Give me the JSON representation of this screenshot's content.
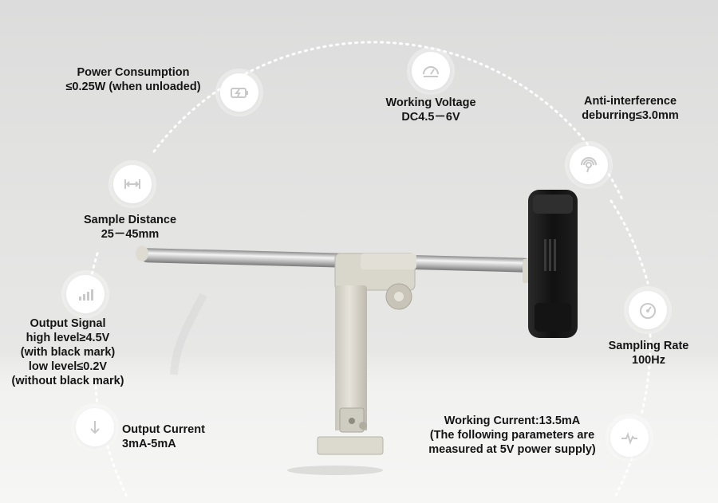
{
  "specs": {
    "power": {
      "title": "Power Consumption",
      "value": "≤0.25W (when unloaded)",
      "icon": "battery-charging-icon"
    },
    "voltage": {
      "title": "Working Voltage",
      "value": "DC4.5－6V",
      "icon": "voltage-gauge-icon"
    },
    "anti_interference": {
      "title": "Anti-interference",
      "value": "deburring≤3.0mm",
      "icon": "fingerprint-signal-icon"
    },
    "distance": {
      "title": "Sample Distance",
      "value": "25－45mm",
      "icon": "distance-arrows-icon"
    },
    "output_signal": {
      "title": "Output Signal",
      "line1": "high level≥4.5V",
      "line2": "(with black mark)",
      "line3": "low level≤0.2V",
      "line4": "(without black mark)",
      "icon": "signal-bars-icon"
    },
    "sampling_rate": {
      "title": "Sampling Rate",
      "value": "100Hz",
      "icon": "speedometer-icon"
    },
    "output_current": {
      "title": "Output Current",
      "value": "3mA-5mA",
      "icon": "down-arrow-icon"
    },
    "working_current": {
      "title": "Working Current:13.5mA",
      "line1": "(The following parameters are",
      "line2": "measured at 5V power supply)",
      "icon": "pulse-icon"
    }
  },
  "colors": {
    "icon_stroke": "#c9c9c9",
    "text": "#151515",
    "sensor_body": "#1c1c1c",
    "bracket": "#d9d6cc"
  }
}
